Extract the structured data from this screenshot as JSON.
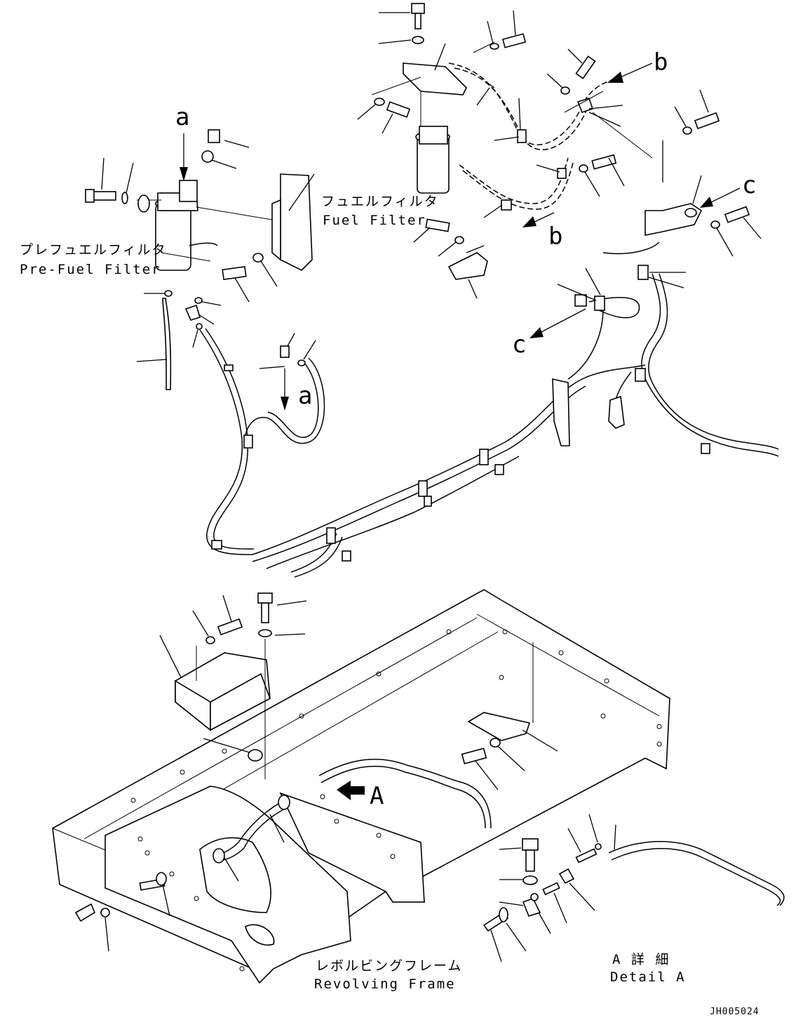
{
  "diagram": {
    "labels": {
      "fuel_filter_jp": "フュエルフィルタ",
      "fuel_filter_en": "Fuel Filter",
      "pre_fuel_filter_jp": "プレフュエルフィルタ",
      "pre_fuel_filter_en": "Pre-Fuel Filter",
      "revolving_frame_jp": "レボルビングフレーム",
      "revolving_frame_en": "Revolving Frame",
      "detail_a_jp": "A 詳 細",
      "detail_a_en": "Detail A",
      "view_a": "A",
      "ref_a": "a",
      "ref_b": "b",
      "ref_c": "c",
      "drawing_code": "JH005024"
    }
  }
}
